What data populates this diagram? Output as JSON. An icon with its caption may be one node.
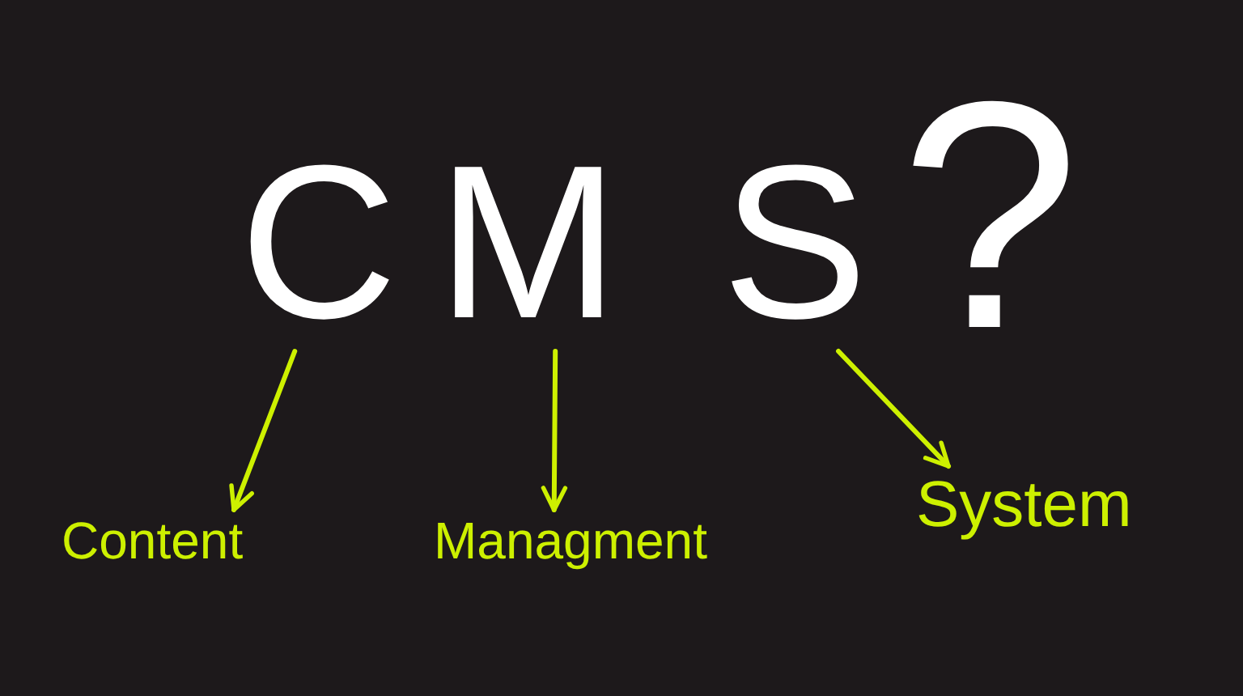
{
  "diagram": {
    "nodes": [
      {
        "text": [
          "C"
        ]
      },
      {
        "text": [
          "M"
        ]
      },
      {
        "text": [
          "S"
        ]
      },
      {
        "text": [
          "Content"
        ]
      },
      {
        "text": [
          "Managment"
        ]
      },
      {
        "text": [
          "System"
        ]
      }
    ],
    "edges": [
      {
        "from": 0,
        "to": 3,
        "arrow": "to"
      },
      {
        "from": 1,
        "to": 4,
        "arrow": "to"
      },
      {
        "from": 2,
        "to": 5,
        "arrow": "to"
      }
    ],
    "labels": [
      "?"
    ]
  }
}
